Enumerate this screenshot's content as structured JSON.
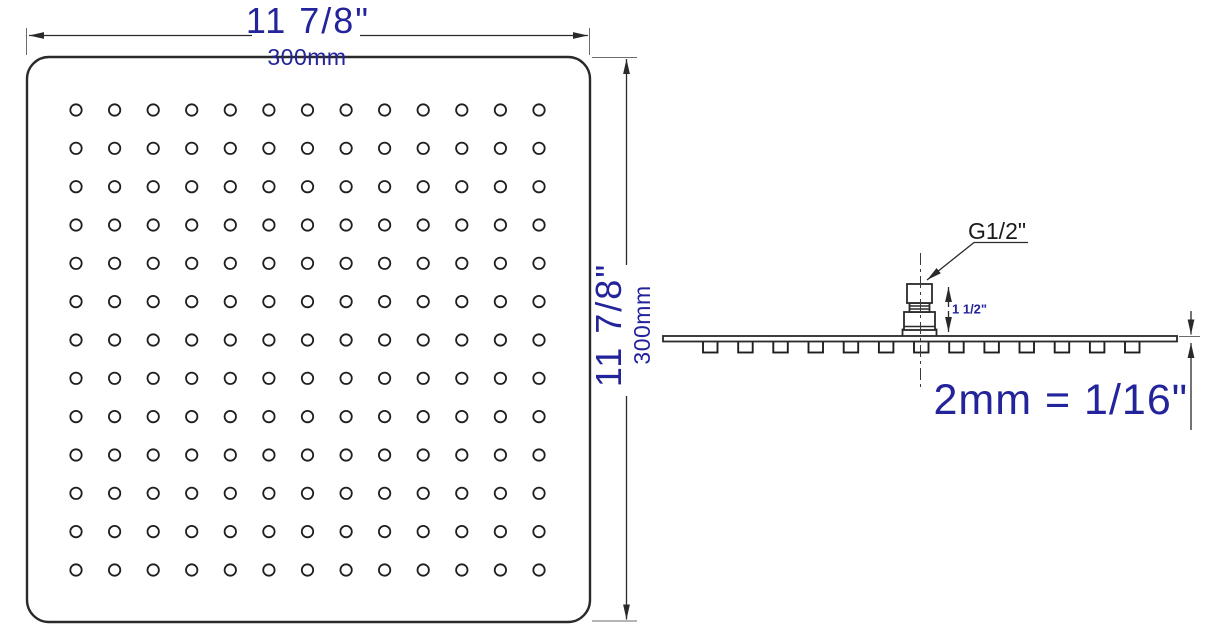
{
  "drawing": {
    "title": "square rain shower head dimension diagram",
    "top_view": {
      "width_in": "11 7/8\"",
      "width_mm": "300mm",
      "height_in": "11 7/8\"",
      "height_mm": "300mm",
      "nozzle_rows": 13,
      "nozzle_cols": 13
    },
    "side_view": {
      "thread_label": "G1/2\"",
      "connector_height": "1 1/2\"",
      "plate_thickness": "2mm = 1/16\"",
      "nozzle_count": 13
    },
    "colors": {
      "line": "#2a2a2a",
      "dimension_blue": "#23239b",
      "background": "#ffffff"
    }
  }
}
